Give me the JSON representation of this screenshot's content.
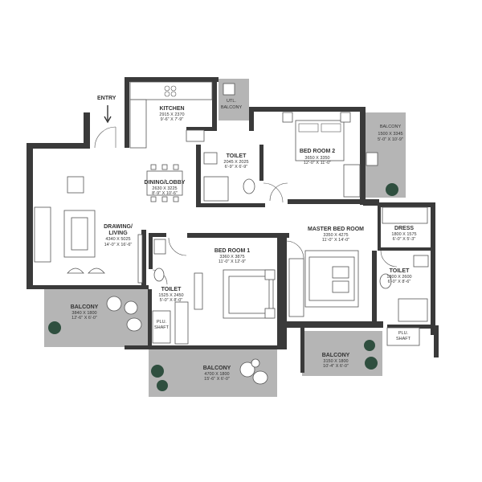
{
  "entry_label": "ENTRY",
  "rooms": {
    "kitchen": {
      "name": "KITCHEN",
      "dims": [
        "2915 X 2370",
        "9'-6\" X 7'-9\""
      ]
    },
    "util_balcony": {
      "name": "UTL.",
      "name2": "BALCONY"
    },
    "balcony_top_right": {
      "name": "BALCONY",
      "dims": [
        "1500 X 3345",
        "5'-0\" X 10'-9\""
      ]
    },
    "toilet_1": {
      "name": "TOILET",
      "dims": [
        "2045 X 2025",
        "6'-9\" X 6'-9\""
      ]
    },
    "bedroom_2": {
      "name": "BED ROOM 2",
      "dims": [
        "3650 X 3350",
        "12'-0\" X 11'-0\""
      ]
    },
    "dining": {
      "name": "DINING/LOBBY",
      "dims": [
        "2630 X 3225",
        "8'-9\" X 10'-6\""
      ]
    },
    "drawing": {
      "name": "DRAWING/",
      "name2": "LIVING",
      "dims": [
        "4340 X 5025",
        "14'-0\" X 16'-6\""
      ]
    },
    "master_bedroom": {
      "name": "MASTER BED ROOM",
      "dims": [
        "3350 X 4275",
        "11'-0\" X 14'-0\""
      ]
    },
    "dress": {
      "name": "DRESS",
      "dims": [
        "1800 X 1575",
        "6'-0\" X 5'-3\""
      ]
    },
    "bedroom_1": {
      "name": "BED ROOM 1",
      "dims": [
        "3360 X 3875",
        "11'-0\" X 12'-9\""
      ]
    },
    "toilet_2": {
      "name": "TOILET",
      "dims": [
        "1525 X 2450",
        "5'-0\" X 8'-0\""
      ]
    },
    "toilet_3": {
      "name": "TOILET",
      "dims": [
        "1800 X 2600",
        "6'-0\" X 8'-6\""
      ]
    },
    "balcony_left": {
      "name": "BALCONY",
      "dims": [
        "3840 X 1800",
        "12'-6\" X 6'-0\""
      ]
    },
    "balcony_bottom_mid": {
      "name": "BALCONY",
      "dims": [
        "4700 X 1800",
        "15'-6\" X 6'-0\""
      ]
    },
    "balcony_bottom_right": {
      "name": "BALCONY",
      "dims": [
        "3150 X 1800",
        "10'-4\" X 6'-0\""
      ]
    },
    "plu_shaft_left": {
      "name": "PLU.",
      "name2": "SHAFT"
    },
    "plu_shaft_right": {
      "name": "PLU.",
      "name2": "SHAFT"
    }
  },
  "colors": {
    "wall": "#3a3a3a",
    "balcony": "#b5b5b5",
    "text": "#333333",
    "background": "#ffffff"
  }
}
